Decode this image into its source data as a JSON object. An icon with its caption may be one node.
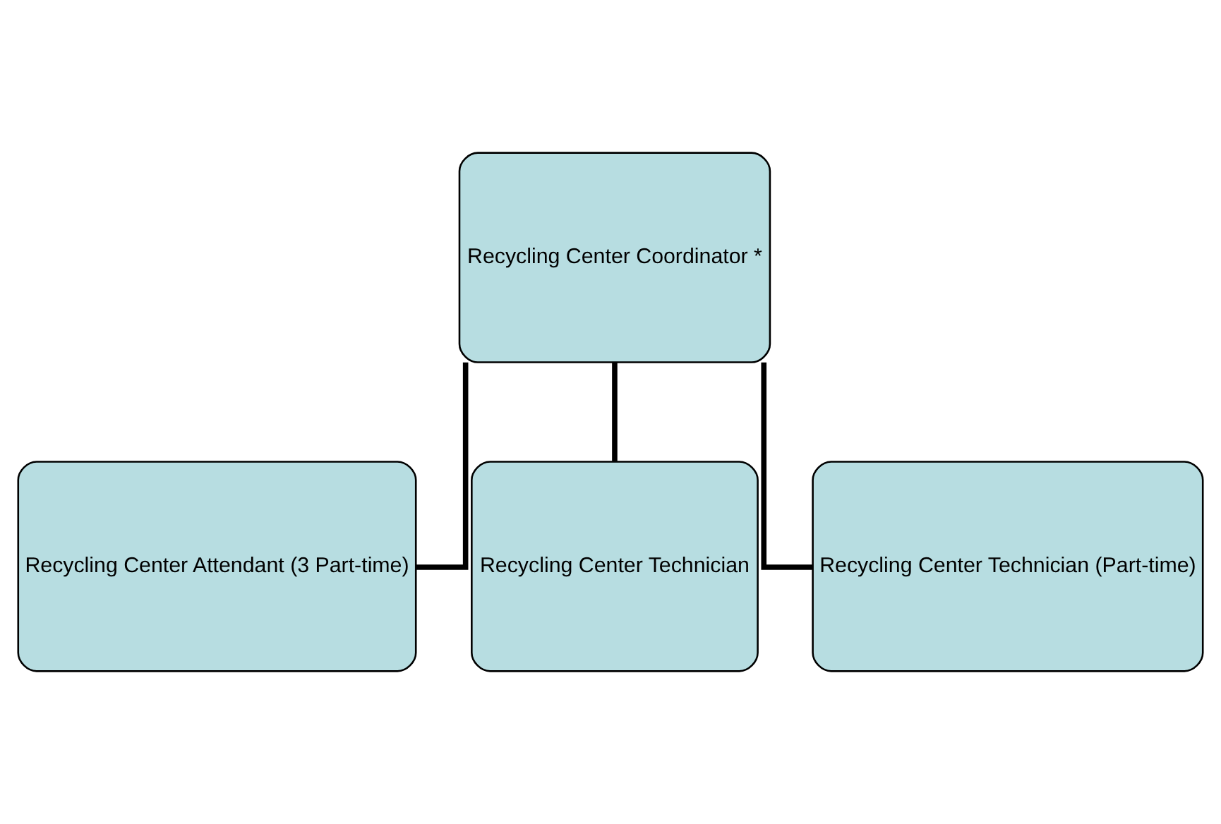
{
  "diagram": {
    "nodes": [
      {
        "text": [
          "Recycling Center Coordinator *"
        ]
      },
      {
        "text": [
          "Recycling Center Attendant (3 Part-time)"
        ]
      },
      {
        "text": [
          "Recycling Center Technician"
        ]
      },
      {
        "text": [
          "Recycling Center Technician (Part-time)"
        ]
      }
    ],
    "edges": [
      {
        "from": 0,
        "to": 1,
        "arrow": "none"
      },
      {
        "from": 0,
        "to": 2,
        "arrow": "none"
      },
      {
        "from": 0,
        "to": 3,
        "arrow": "none"
      }
    ]
  }
}
